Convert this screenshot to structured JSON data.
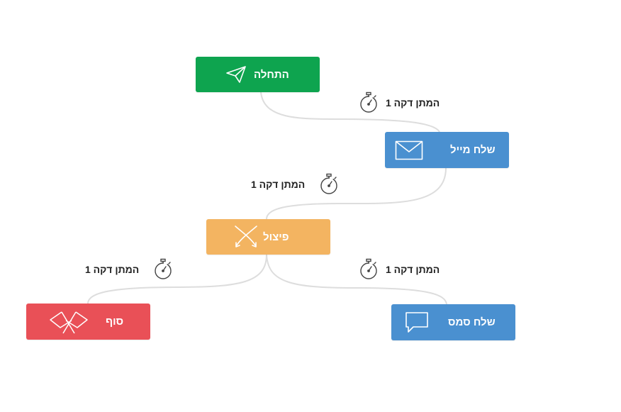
{
  "colors": {
    "start": "#0ea44f",
    "email": "#4a90d0",
    "split": "#f3b461",
    "end": "#e95057",
    "sms": "#4a90d0",
    "connector": "#dddddd",
    "delay_text": "#222222"
  },
  "nodes": {
    "start": {
      "label": "התחלה",
      "icon": "paper-plane-icon"
    },
    "email": {
      "label": "שלח מייל",
      "icon": "envelope-icon"
    },
    "split": {
      "label": "פיצול",
      "icon": "split-arrows-icon"
    },
    "end": {
      "label": "סוף",
      "icon": "crossed-flags-icon"
    },
    "sms": {
      "label": "שלח סמס",
      "icon": "speech-bubble-icon"
    }
  },
  "delays": {
    "start_to_email": {
      "label": "המתן דקה 1",
      "icon": "stopwatch-icon"
    },
    "email_to_split": {
      "label": "המתן דקה 1",
      "icon": "stopwatch-icon"
    },
    "split_to_end": {
      "label": "המתן דקה 1",
      "icon": "stopwatch-icon"
    },
    "split_to_sms": {
      "label": "המתן דקה 1",
      "icon": "stopwatch-icon"
    }
  }
}
